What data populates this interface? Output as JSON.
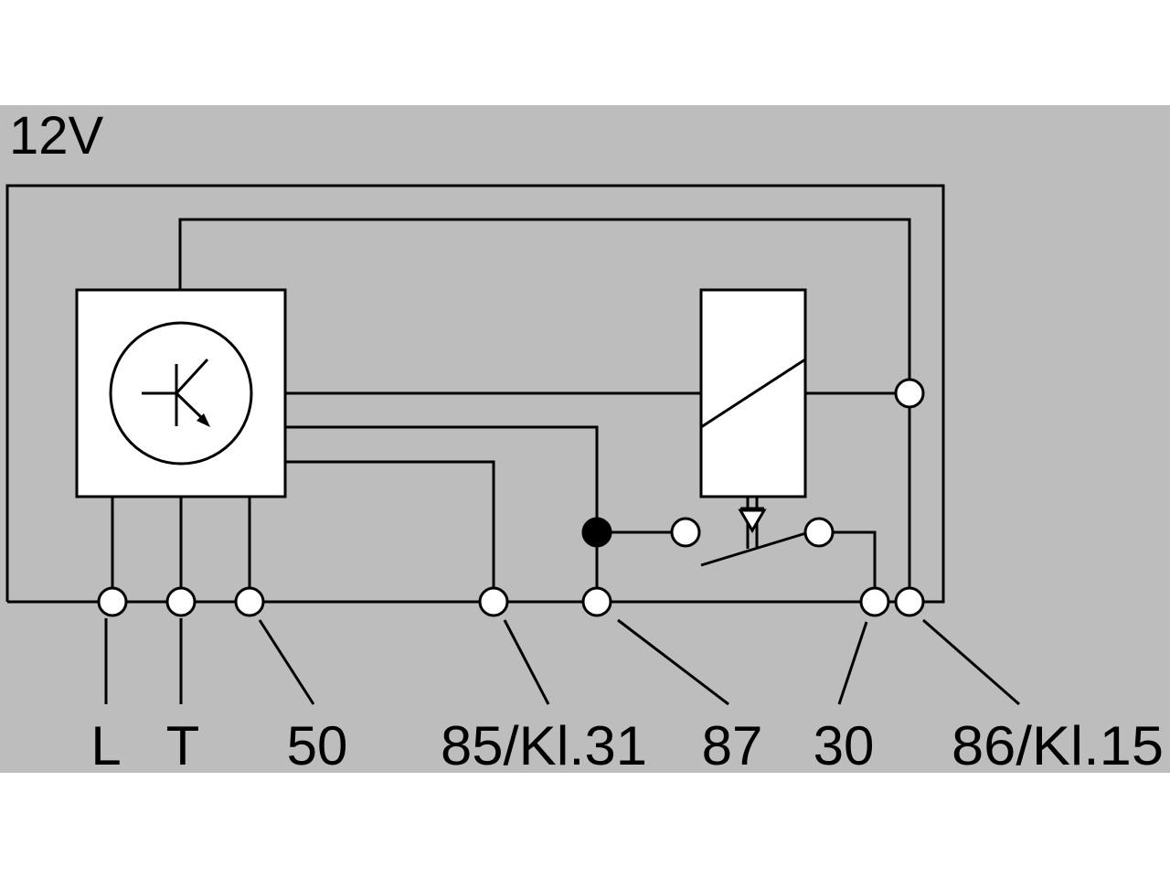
{
  "colors": {
    "panel_bg": "#bdbdbd",
    "page_bg": "#ffffff",
    "line": "#000000"
  },
  "voltage_label": "12V",
  "terminals": {
    "L": "L",
    "T": "T",
    "t50": "50",
    "t85": "85/Kl.31",
    "t87": "87",
    "t30": "30",
    "t86": "86/Kl.15"
  }
}
